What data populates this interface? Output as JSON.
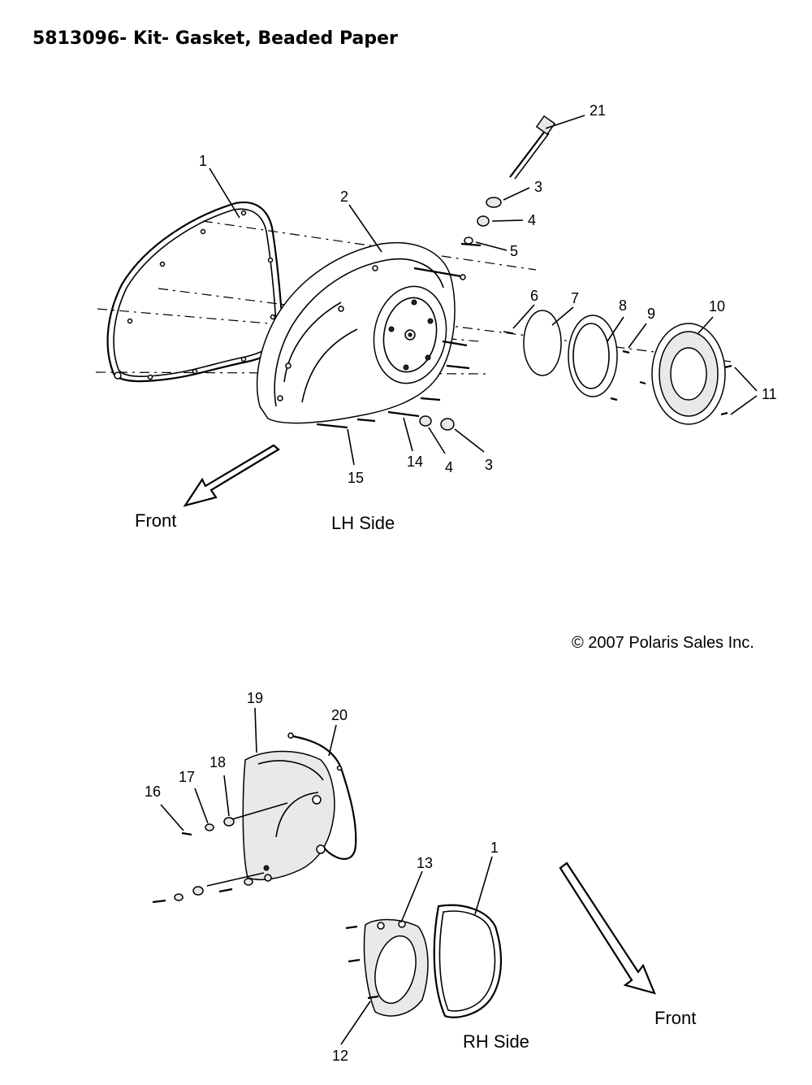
{
  "title": "5813096- Kit- Gasket, Beaded Paper",
  "copyright": "© 2007 Polaris Sales Inc.",
  "lh": {
    "side_label": "LH Side",
    "front_label": "Front",
    "callouts": {
      "c1": "1",
      "c2": "2",
      "c3a": "3",
      "c4a": "4",
      "c5": "5",
      "c6": "6",
      "c7": "7",
      "c8": "8",
      "c9": "9",
      "c10": "10",
      "c11": "11",
      "c14": "14",
      "c15": "15",
      "c4b": "4",
      "c3b": "3",
      "c21": "21"
    }
  },
  "rh": {
    "side_label": "RH Side",
    "front_label": "Front",
    "callouts": {
      "c19": "19",
      "c20": "20",
      "c18": "18",
      "c17": "17",
      "c16": "16",
      "c13": "13",
      "c1": "1",
      "c12": "12"
    }
  }
}
